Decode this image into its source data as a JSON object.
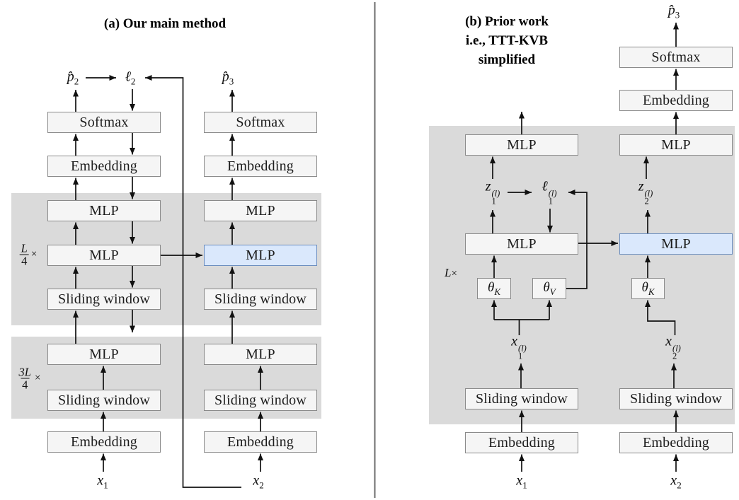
{
  "colors": {
    "box_fill": "#f5f5f5",
    "box_border": "#8a8a8a",
    "block_fill": "#dadada",
    "highlight_fill": "#dae8fc",
    "highlight_border": "#6c8ebf",
    "line": "#111111",
    "divider": "#6e6e6e"
  },
  "panel_a": {
    "title": "(a) Our main method",
    "col1_boxes": [
      "Softmax",
      "Embedding",
      "MLP",
      "MLP",
      "Sliding window",
      "MLP",
      "Sliding window",
      "Embedding"
    ],
    "col2_boxes": [
      "Softmax",
      "Embedding",
      "MLP",
      "MLP",
      "Sliding window",
      "MLP",
      "Sliding window",
      "Embedding"
    ],
    "loop_upper": {
      "num": "L",
      "den": "4",
      "times": "×"
    },
    "loop_lower": {
      "num": "3L",
      "den": "4",
      "times": "×"
    },
    "math": {
      "p2": {
        "base": "p̂",
        "sub": "2"
      },
      "ell2": {
        "base": "ℓ",
        "sub": "2"
      },
      "p3": {
        "base": "p̂",
        "sub": "3"
      },
      "x1": {
        "base": "x",
        "sub": "1"
      },
      "x2": {
        "base": "x",
        "sub": "2"
      }
    }
  },
  "panel_b": {
    "title_lines": [
      "(b) Prior work",
      "i.e., TTT-KVB",
      "simplified"
    ],
    "col1_boxes": [
      "MLP",
      "MLP",
      "Sliding window",
      "Embedding"
    ],
    "col2_boxes": [
      "Softmax",
      "Embedding",
      "MLP",
      "MLP",
      "Sliding window",
      "Embedding"
    ],
    "loop": {
      "base": "L",
      "times": "×"
    },
    "theta": {
      "k_left": {
        "base": "θ",
        "sub": "K"
      },
      "v": {
        "base": "θ",
        "sub": "V"
      },
      "k_right": {
        "base": "θ",
        "sub": "K"
      }
    },
    "math": {
      "p3": {
        "base": "p̂",
        "sub": "3"
      },
      "z1": {
        "base": "z",
        "sub": "1",
        "sup": "(l)"
      },
      "ell1": {
        "base": "ℓ",
        "sub": "1",
        "sup": "(l)"
      },
      "z2": {
        "base": "z",
        "sub": "2",
        "sup": "(l)"
      },
      "x1l": {
        "base": "x",
        "sub": "1",
        "sup": "(l)"
      },
      "x2l": {
        "base": "x",
        "sub": "2",
        "sup": "(l)"
      },
      "x1": {
        "base": "x",
        "sub": "1"
      },
      "x2": {
        "base": "x",
        "sub": "2"
      }
    }
  }
}
